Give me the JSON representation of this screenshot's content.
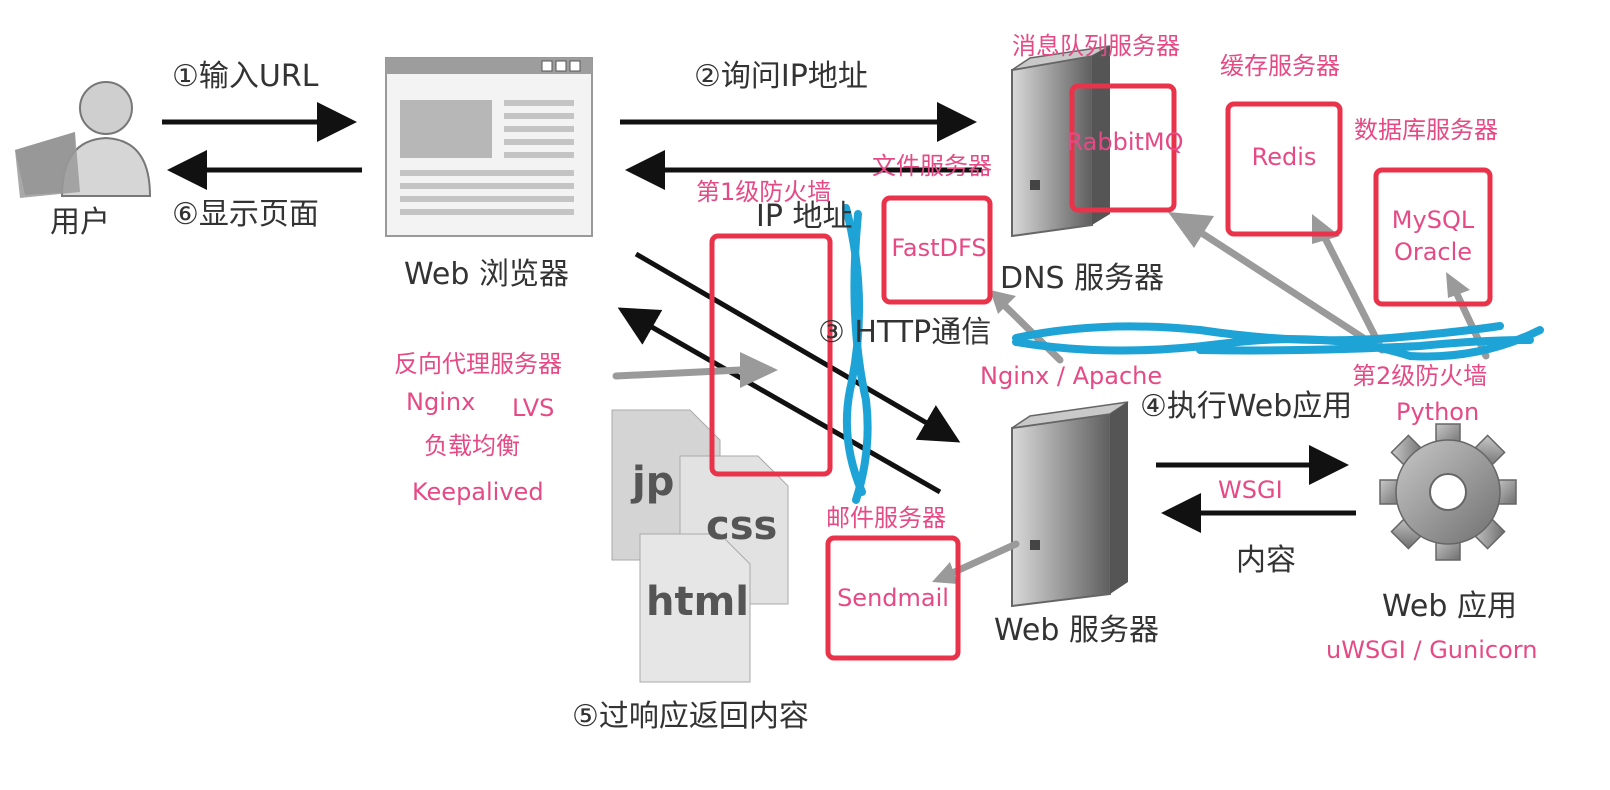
{
  "flow": {
    "step1": "①输入URL",
    "step2": "②询问IP地址",
    "step3": "③ HTTP通信",
    "step4": "④执行Web应用",
    "step5": "⑤过响应返回内容",
    "step6": "⑥显示页面",
    "ip_reply": "IP 地址",
    "wsgi_label": "WSGI",
    "content_label": "内容"
  },
  "nodes": {
    "user": "用户",
    "browser": "Web 浏览器",
    "dns": "DNS 服务器",
    "web_server": "Web 服务器",
    "web_app": "Web 应用",
    "file_jpg": "jp",
    "file_css": "css",
    "file_html": "html"
  },
  "annotations": {
    "mq_title": "消息队列服务器",
    "mq_box": "RabbitMQ",
    "cache_title": "缓存服务器",
    "cache_box": "Redis",
    "db_title": "数据库服务器",
    "db_box_line1": "MySQL",
    "db_box_line2": "Oracle",
    "file_title": "文件服务器",
    "file_box": "FastDFS",
    "firewall1": "第1级防火墙",
    "firewall2": "第2级防火墙",
    "proxy_title": "反向代理服务器",
    "proxy_nginx": "Nginx",
    "proxy_lvs": "LVS",
    "load_balance": "负载均衡",
    "keepalived": "Keepalived",
    "nginx_apache": "Nginx / Apache",
    "python": "Python",
    "mail_title": "邮件服务器",
    "mail_box": "Sendmail",
    "uwsgi": "uWSGI / Gunicorn"
  },
  "colors": {
    "annotation": "#e64a85",
    "box_border": "#e8334a",
    "marker_line": "#1ea3d6",
    "arrow_black": "#111111",
    "arrow_gray": "#9a9a9a"
  }
}
